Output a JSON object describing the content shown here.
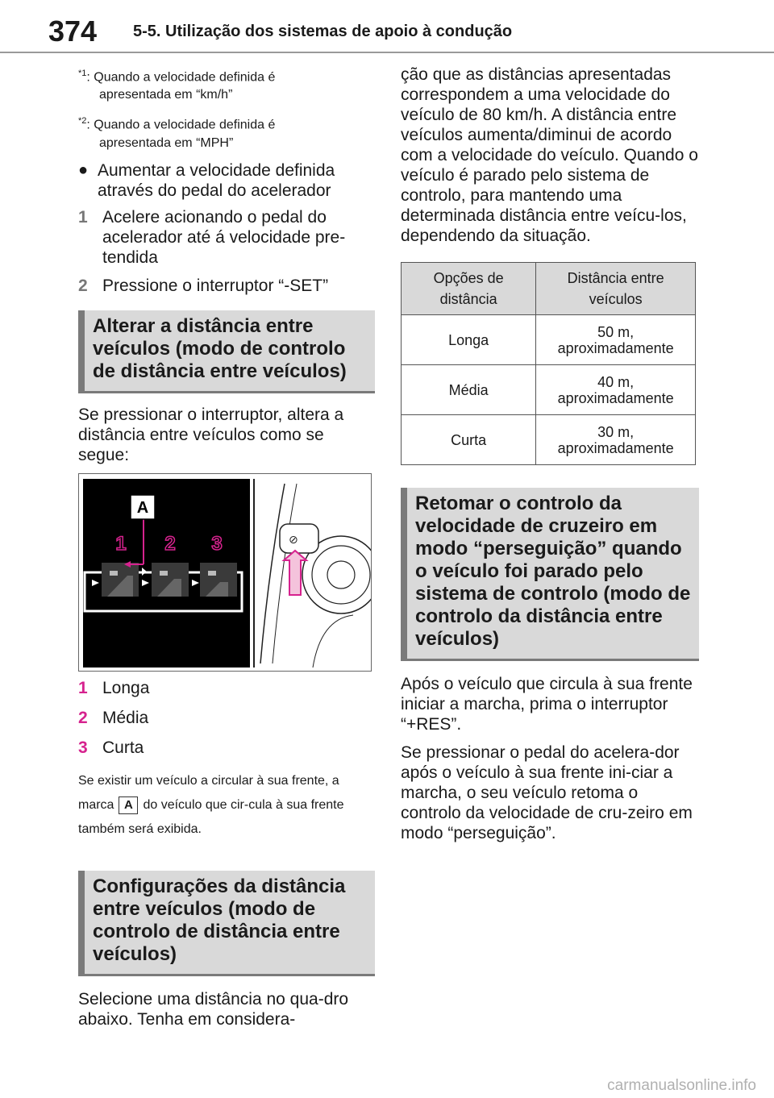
{
  "header": {
    "page_number": "374",
    "section": "5-5. Utilização dos sistemas de apoio à condução"
  },
  "left": {
    "footnotes": [
      {
        "mark": "*1",
        "line1": ": Quando a velocidade definida é",
        "line2": "apresentada em “km/h”"
      },
      {
        "mark": "*2",
        "line1": ": Quando a velocidade definida é",
        "line2": "apresentada em “MPH”"
      }
    ],
    "bullet_heading": "Aumentar a velocidade definida através do pedal do acelerador",
    "steps": [
      {
        "num": "1",
        "text": "Acelere acionando o pedal do acelerador até á velocidade pre-tendida"
      },
      {
        "num": "2",
        "text": "Pressione o interruptor “-SET”"
      }
    ],
    "heading1": "Alterar a distância entre veículos (modo de controlo de distância entre veículos)",
    "para1": "Se pressionar o interruptor, altera a distância entre veículos como se segue:",
    "figure": {
      "label_a": "A",
      "labels": [
        "1",
        "2",
        "3"
      ]
    },
    "options": [
      {
        "num": "1",
        "text": "Longa"
      },
      {
        "num": "2",
        "text": "Média"
      },
      {
        "num": "3",
        "text": "Curta"
      }
    ],
    "note_before": "Se existir um veículo a circular à sua frente, a marca",
    "note_marker": "A",
    "note_after": "do veículo que cir-cula à sua frente também será exibida.",
    "heading2": "Configurações da distância entre veículos (modo de controlo de distância entre veículos)",
    "para2": "Selecione uma distância no qua-dro abaixo. Tenha em considera-"
  },
  "right": {
    "para1": "ção que as distâncias apresentadas correspondem a uma velocidade do veículo de 80 km/h. A distância entre veículos aumenta/diminui de acordo com a velocidade do veículo. Quando o veículo é parado pelo sistema de controlo, para mantendo uma determinada distância entre veícu-los, dependendo da situação.",
    "table": {
      "headers": [
        "Opções de distância",
        "Distância entre veículos"
      ],
      "rows": [
        {
          "option": "Longa",
          "distance": "50 m,",
          "approx": "aproximadamente"
        },
        {
          "option": "Média",
          "distance": "40 m,",
          "approx": "aproximadamente"
        },
        {
          "option": "Curta",
          "distance": "30 m,",
          "approx": "aproximadamente"
        }
      ]
    },
    "heading3": "Retomar o controlo da velocidade de cruzeiro em modo “perseguição” quando o veículo foi parado pelo sistema de controlo (modo de controlo da distância entre veículos)",
    "para2": "Após o veículo que circula à sua frente iniciar a marcha, prima o interruptor “+RES”.",
    "para3": "Se pressionar o pedal do acelera-dor após o veículo à sua frente ini-ciar a marcha, o seu veículo retoma o controlo da velocidade de cru-zeiro em modo “perseguição”."
  },
  "watermark": "carmanualsonline.info",
  "colors": {
    "accent": "#d6228e",
    "heading_bg": "#d9d9d9",
    "heading_bar": "#7a7a7a"
  }
}
